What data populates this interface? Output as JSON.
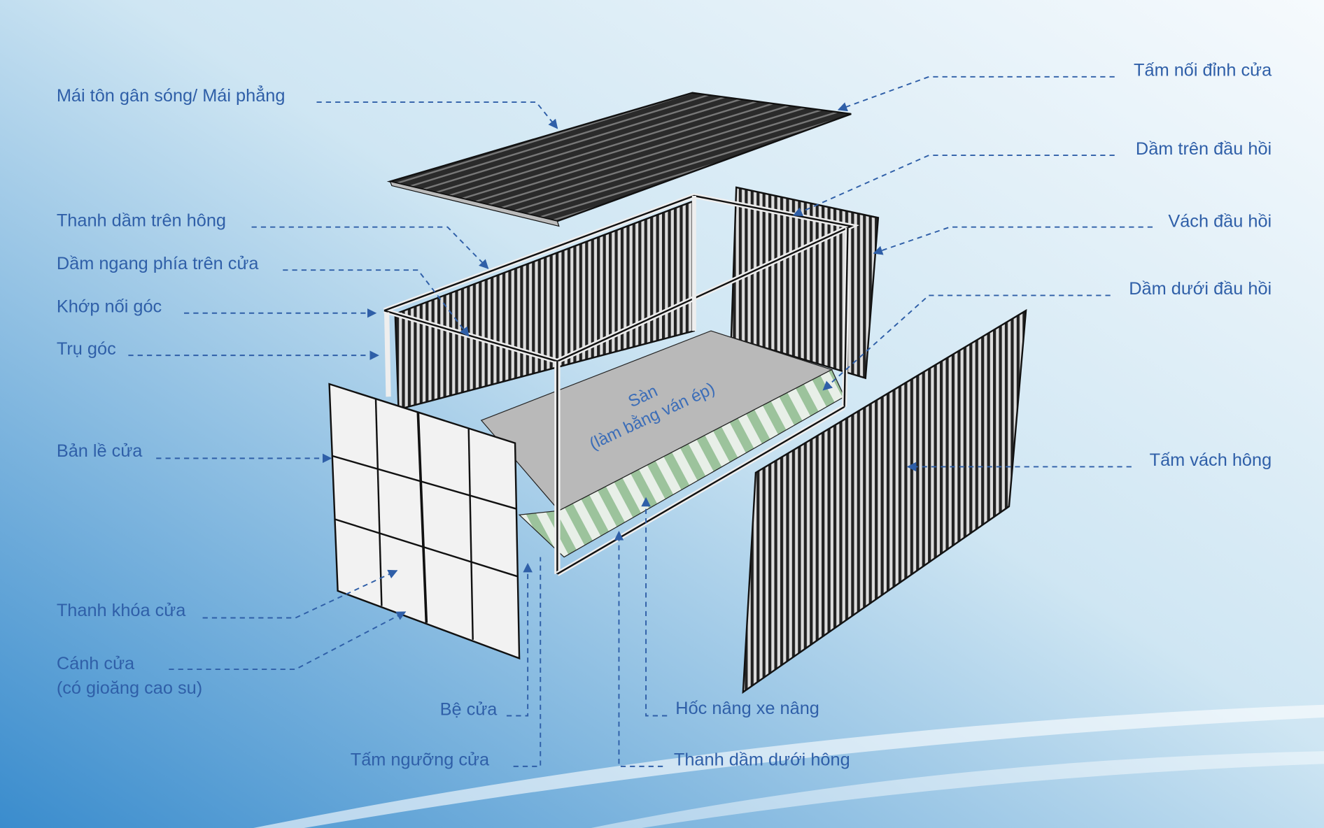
{
  "colors": {
    "label_text": "#2f5fa8",
    "background_light": "#f4f9fc",
    "background_dark": "#3d8fcf",
    "floor": "#b9b9b9"
  },
  "labels": {
    "roof": "Mái tôn gân sóng/ Mái phẳng",
    "top_side_rail": "Thanh dầm trên hông",
    "door_header": "Dầm ngang phía trên cửa",
    "corner_casting": "Khớp nối góc",
    "corner_post": "Trụ góc",
    "door_hinge": "Bản lề cửa",
    "locking_bar": "Thanh khóa cửa",
    "door_leaf_line1": "Cánh cửa",
    "door_leaf_line2": "(có gioăng cao su)",
    "door_sill": "Bệ cửa",
    "threshold_plate": "Tấm ngưỡng cửa",
    "forklift_pocket": "Hốc nâng xe nâng",
    "bottom_side_rail": "Thanh dầm dưới hông",
    "door_top_plate": "Tấm nối đỉnh cửa",
    "front_top_rail": "Dầm trên đầu hồi",
    "front_wall": "Vách đầu hồi",
    "front_bottom_rail": "Dầm dưới đầu hồi",
    "side_panel": "Tấm vách hông",
    "floor_line1": "Sàn",
    "floor_line2": "(làm bằng ván ép)"
  }
}
